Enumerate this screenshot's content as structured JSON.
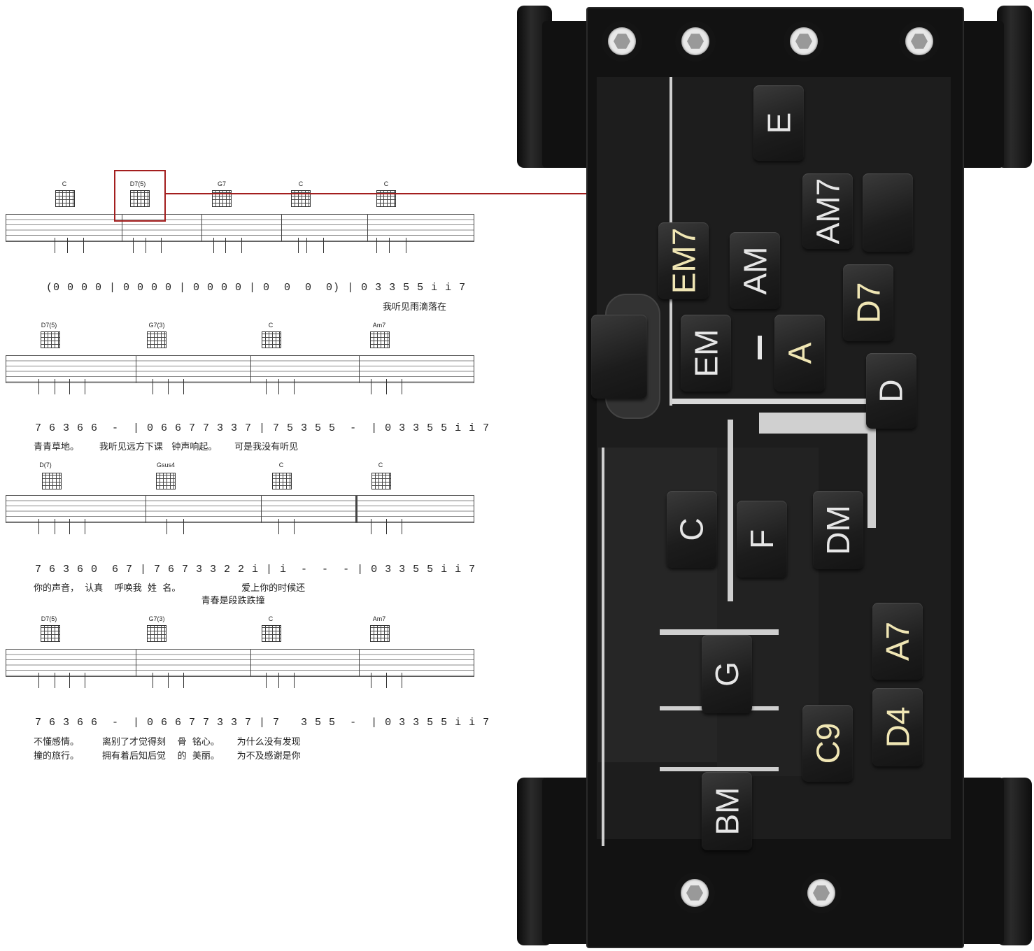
{
  "sheet": {
    "rows": [
      {
        "chords": [
          "C",
          "D7(5)",
          "G7",
          "C",
          "C"
        ],
        "notes": "(0 0 0 0 | 0 0 0 0 | 0 0 0 0 | 0  0  0  0) | 0 3 3 5 5 i i 7",
        "lyrics1": "我听见雨滴落在",
        "lyrics2": ""
      },
      {
        "chords": [
          "D7(5)",
          "G7(3)",
          "C",
          "Am7"
        ],
        "notes": "7 6 3 6 6  -  | 0 6 6 7 7 3 3 7 | 7 5 3 5 5  -  | 0 3 3 5 5 i i 7",
        "lyrics1": "青青草地。       我听见远方下课   钟声响起。      可是我没有听见",
        "lyrics2": ""
      },
      {
        "chords": [
          "D(7)",
          "Gsus4",
          "C",
          "C"
        ],
        "notes": "7 6 3 6 0  6 7 | 7 6 7 3 3 2 2 i | i  -  -  - | 0 3 3 5 5 i i 7",
        "lyrics1": "你的声音，  认真    呼唤我  姓  名。                     爱上你的时候还",
        "lyrics2": "                                                          青春是段跌跌撞"
      },
      {
        "chords": [
          "D7(5)",
          "G7(3)",
          "C",
          "Am7"
        ],
        "notes": "7 6 3 6 6  -  | 0 6 6 7 7 3 3 7 | 7   3 5 5  -  | 0 3 3 5 5 i i 7",
        "lyrics1": "不懂感情。        离别了才觉得刻    骨  铭心。      为什么没有发现",
        "lyrics2": "撞的旅行。        拥有着后知后觉    的  美丽。      为不及感谢是你"
      }
    ]
  },
  "device": {
    "keys": [
      {
        "label": "E",
        "color": "#e6e6e6"
      },
      {
        "label": "AM7",
        "color": "#e6e6e6"
      },
      {
        "label": "",
        "color": "#e6e6e6"
      },
      {
        "label": "EM7",
        "color": "#f0e6b4"
      },
      {
        "label": "AM",
        "color": "#e6e6e6"
      },
      {
        "label": "D7",
        "color": "#f0e6b4"
      },
      {
        "label": "EM",
        "color": "#e6e6e6"
      },
      {
        "label": "A",
        "color": "#f0e6b4"
      },
      {
        "label": "D",
        "color": "#e6e6e6"
      },
      {
        "label": "C",
        "color": "#e6e6e6"
      },
      {
        "label": "F",
        "color": "#e6e6e6"
      },
      {
        "label": "DM",
        "color": "#e6e6e6"
      },
      {
        "label": "A7",
        "color": "#f0e6b4"
      },
      {
        "label": "G",
        "color": "#e6e6e6"
      },
      {
        "label": "C9",
        "color": "#f0e6b4"
      },
      {
        "label": "D4",
        "color": "#f0e6b4"
      },
      {
        "label": "BM",
        "color": "#e6e6e6"
      }
    ],
    "dash": "-"
  },
  "highlight_color": "#a31e1e"
}
